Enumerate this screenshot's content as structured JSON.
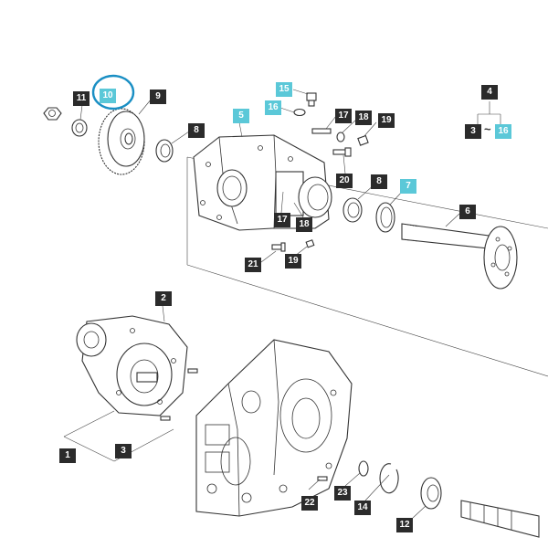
{
  "colors": {
    "label_dark": "#2b2b2b",
    "label_highlight": "#5bc8d8",
    "label_text": "#ffffff",
    "circle_highlight": "#1a8fc4",
    "line": "#333333"
  },
  "callouts": {
    "c_11": "11",
    "c_10": "10",
    "c_9": "9",
    "c_8a": "8",
    "c_15": "15",
    "c_16a": "16",
    "c_5": "5",
    "c_17a": "17",
    "c_18a": "18",
    "c_19a": "19",
    "c_20": "20",
    "c_17b": "17",
    "c_18b": "18",
    "c_8b": "8",
    "c_7": "7",
    "c_6": "6",
    "c_4": "4",
    "c_3a": "3",
    "c_16b": "16",
    "c_21": "21",
    "c_19b": "19",
    "c_2": "2",
    "c_1": "1",
    "c_3b": "3",
    "c_22": "22",
    "c_23": "23",
    "c_14": "14",
    "c_12": "12"
  },
  "legend_sep": "~"
}
